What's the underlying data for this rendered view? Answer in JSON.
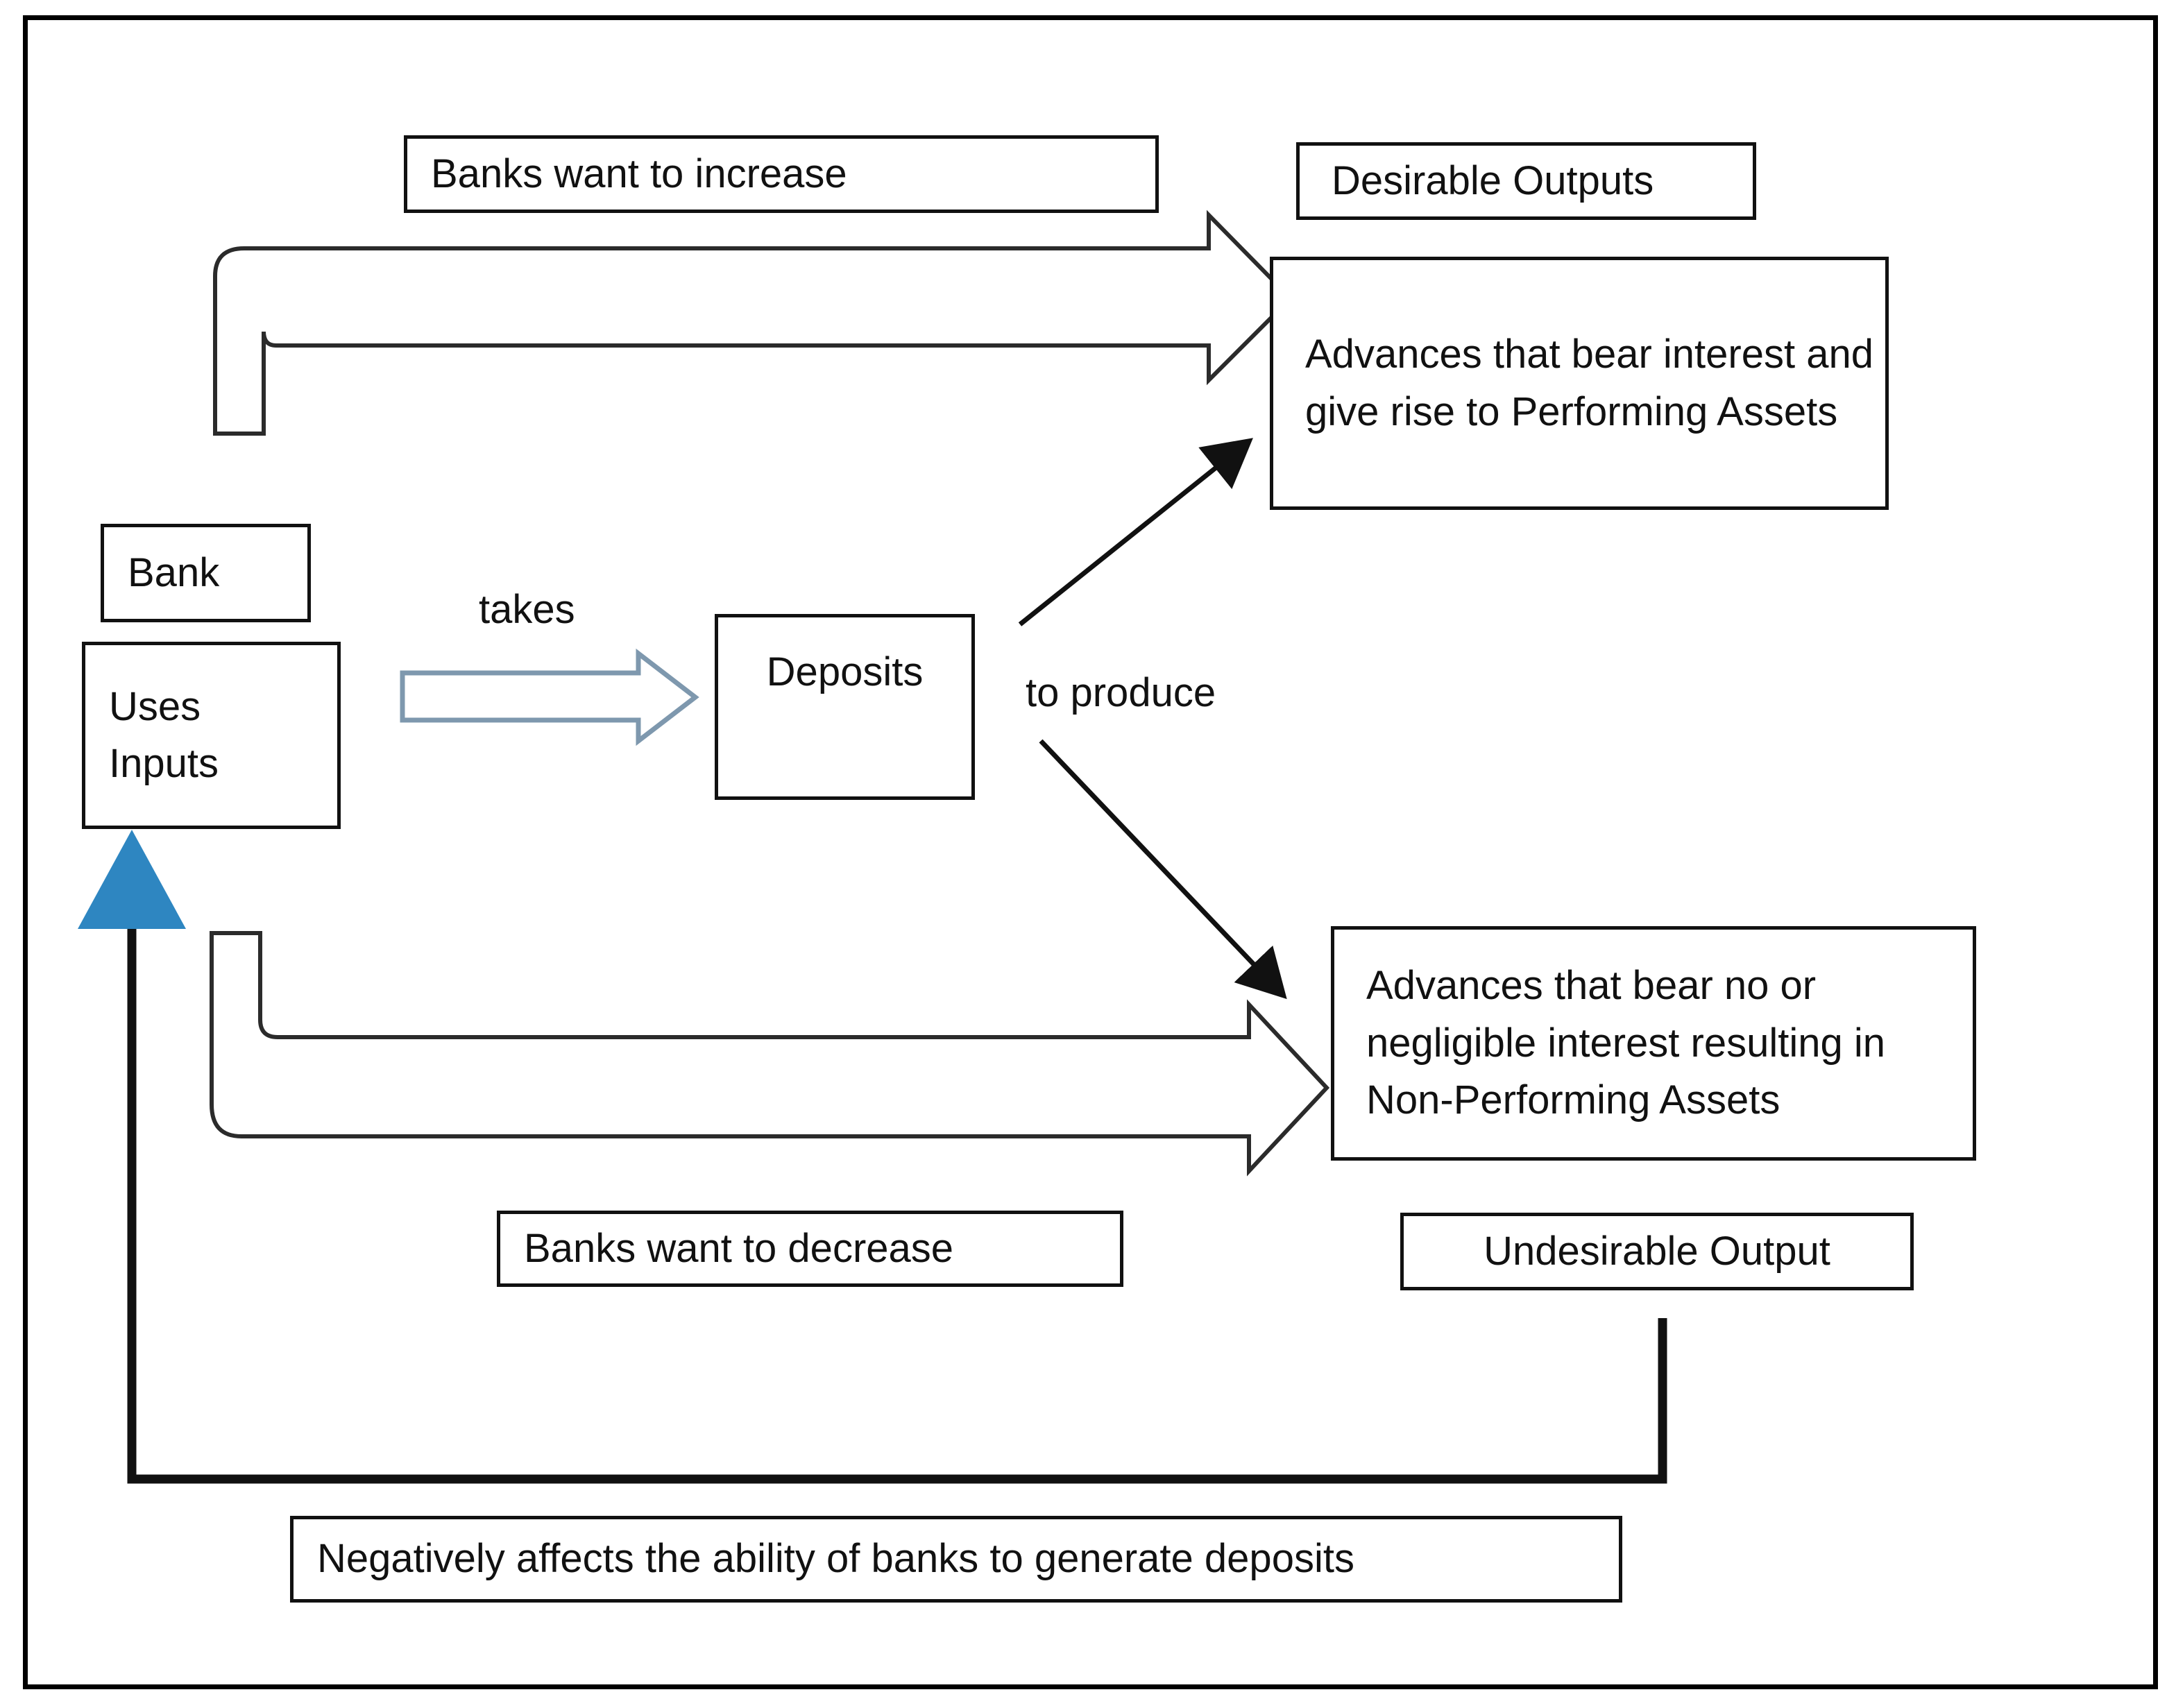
{
  "diagram": {
    "title_frame": "bank-production-process-diagram",
    "nodes": {
      "banks_want_increase": "Banks want to increase",
      "desirable_outputs": "Desirable Outputs",
      "performing_assets": "Advances that bear interest and give rise to Performing Assets",
      "bank": "Bank",
      "uses_inputs": "Uses\nInputs",
      "deposits": "Deposits",
      "non_performing_assets": "Advances that bear no or negligible interest resulting in Non-Performing Assets",
      "banks_want_decrease": "Banks want to decrease",
      "undesirable_output": "Undesirable Output",
      "negatively_affects": "Negatively affects the ability of banks to generate deposits"
    },
    "edge_labels": {
      "takes": "takes",
      "to_produce": "to produce"
    },
    "colors": {
      "stroke": "#111111",
      "block_arrow_outline": "#2b2b2b",
      "takes_arrow_outline": "#7e98ae",
      "takes_arrow_fill": "#ffffff",
      "feedback_arrowhead": "#2e86c1",
      "background": "#ffffff"
    }
  }
}
